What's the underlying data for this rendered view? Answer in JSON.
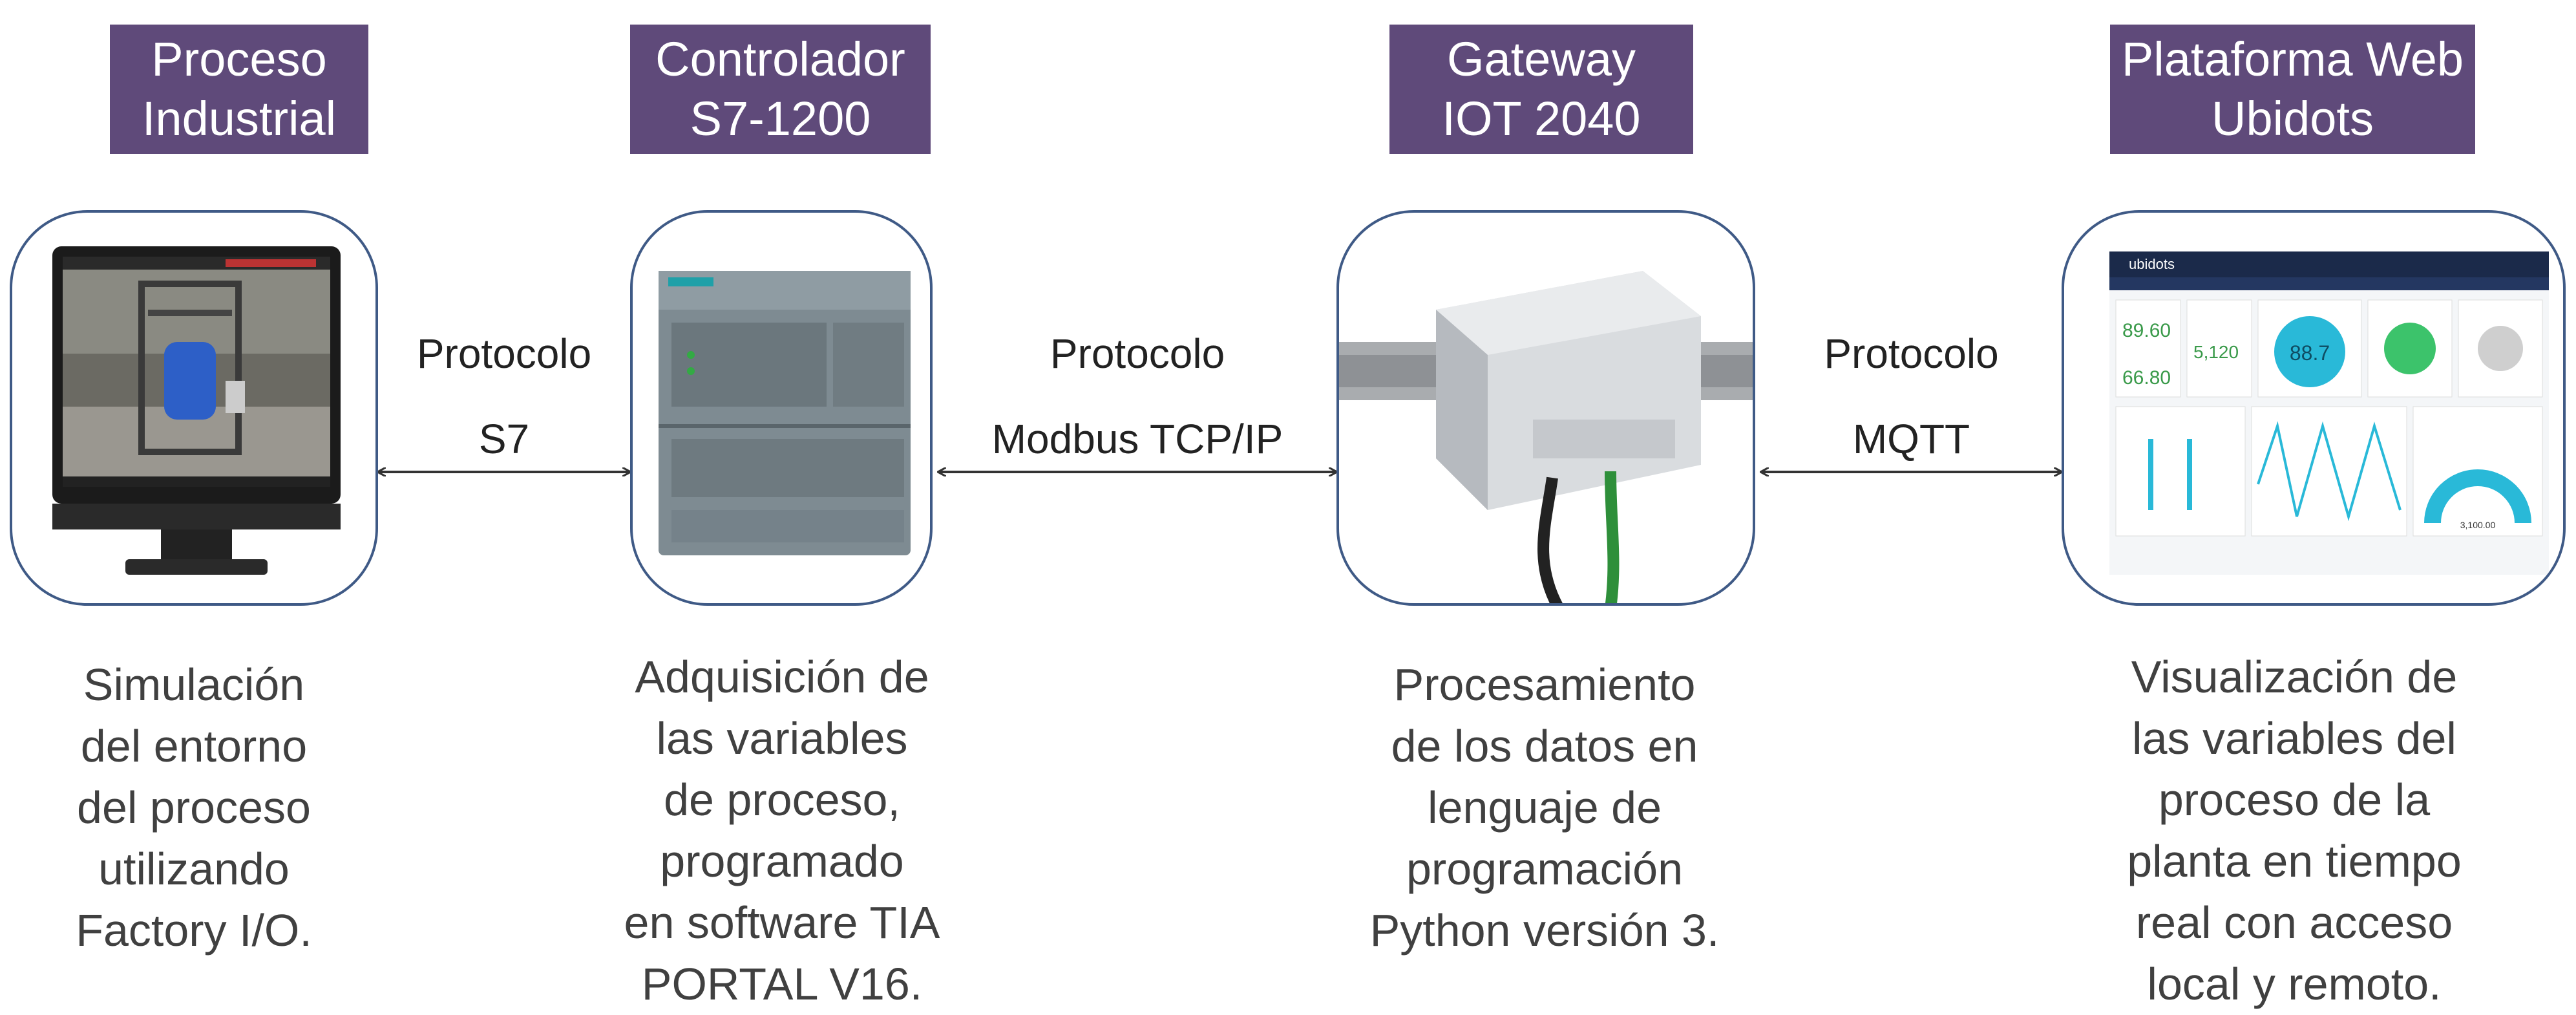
{
  "colors": {
    "header_fill": "#5f4a7a",
    "box_border": "#3f5a86",
    "text": "#404040"
  },
  "headers": [
    {
      "line1": "Proceso",
      "line2": "Industrial"
    },
    {
      "line1": "Controlador",
      "line2": "S7-1200"
    },
    {
      "line1": "Gateway",
      "line2": "IOT 2040"
    },
    {
      "line1": "Plataforma Web",
      "line2": "Ubidots"
    }
  ],
  "protocols": [
    {
      "line1": "Protocolo",
      "line2": "S7"
    },
    {
      "line1": "Protocolo",
      "line2": "Modbus TCP/IP"
    },
    {
      "line1": "Protocolo",
      "line2": "MQTT"
    }
  ],
  "captions": [
    [
      "Simulación",
      "del entorno",
      "del proceso",
      "utilizando",
      "Factory I/O."
    ],
    [
      "Adquisición de",
      "las variables",
      "de proceso,",
      "programado",
      "en software TIA",
      "PORTAL V16."
    ],
    [
      "Procesamiento",
      "de los datos en",
      "lenguaje de",
      "programación",
      "Python versión 3."
    ],
    [
      "Visualización de",
      "las variables del",
      "proceso de la",
      "planta en tiempo",
      "real con acceso",
      "local y remoto."
    ]
  ],
  "images": {
    "device1": "monitor-icon",
    "device2": "plc-icon",
    "device3": "gateway-icon",
    "device4": "dashboard-icon"
  },
  "dashboard": {
    "brand": "ubidots",
    "values": [
      "89.60",
      "5,120",
      "88.7",
      "66.80",
      "3,100.00"
    ]
  }
}
